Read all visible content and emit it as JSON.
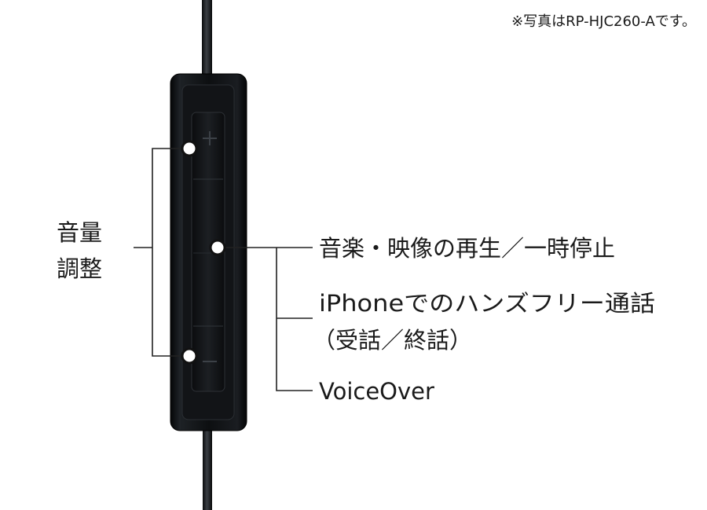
{
  "note": "※写真はRP-HJC260-Aです。",
  "labels": {
    "volume_line1": "音量",
    "volume_line2": "調整",
    "play_pause": "音楽・映像の再生／一時停止",
    "handsfree_line1": "iPhoneでのハンズフリー通話",
    "handsfree_line2": "（受話／終話）",
    "voiceover": "VoiceOver"
  },
  "colors": {
    "remote_body": "#121417",
    "cable": "#1b1d20",
    "leader_line": "#222222",
    "text": "#1a1a1a",
    "background": "#ffffff"
  }
}
